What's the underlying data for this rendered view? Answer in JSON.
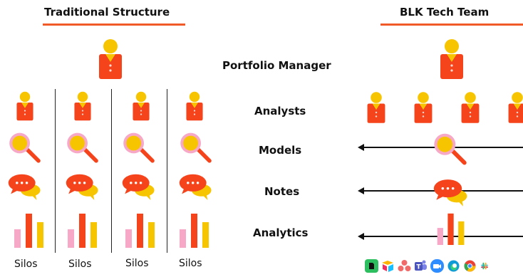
{
  "headings": {
    "traditional": "Traditional Structure",
    "blk": "BLK Tech Team"
  },
  "rows": {
    "portfolio_manager": "Portfolio Manager",
    "analysts": "Analysts",
    "models": "Models",
    "notes": "Notes",
    "analytics": "Analytics"
  },
  "silos": [
    "Silos",
    "Silos",
    "Silos",
    "Silos"
  ],
  "colors": {
    "person_head": "#f7c400",
    "person_body": "#f5431b",
    "accent_underline": "#f05a28",
    "magnifier_lens": "#f7c400",
    "magnifier_ring": "#f7a8c6",
    "chat_red": "#f5431b",
    "chat_yellow": "#f7c400",
    "bar_pink": "#f7a8c6",
    "bar_red": "#f5431b",
    "bar_yellow": "#f7c400"
  },
  "app_icons": [
    "evernote-icon",
    "airtable-icon",
    "asana-icon",
    "teams-icon",
    "zoom-icon",
    "edge-icon",
    "chrome-icon",
    "slack-icon"
  ]
}
